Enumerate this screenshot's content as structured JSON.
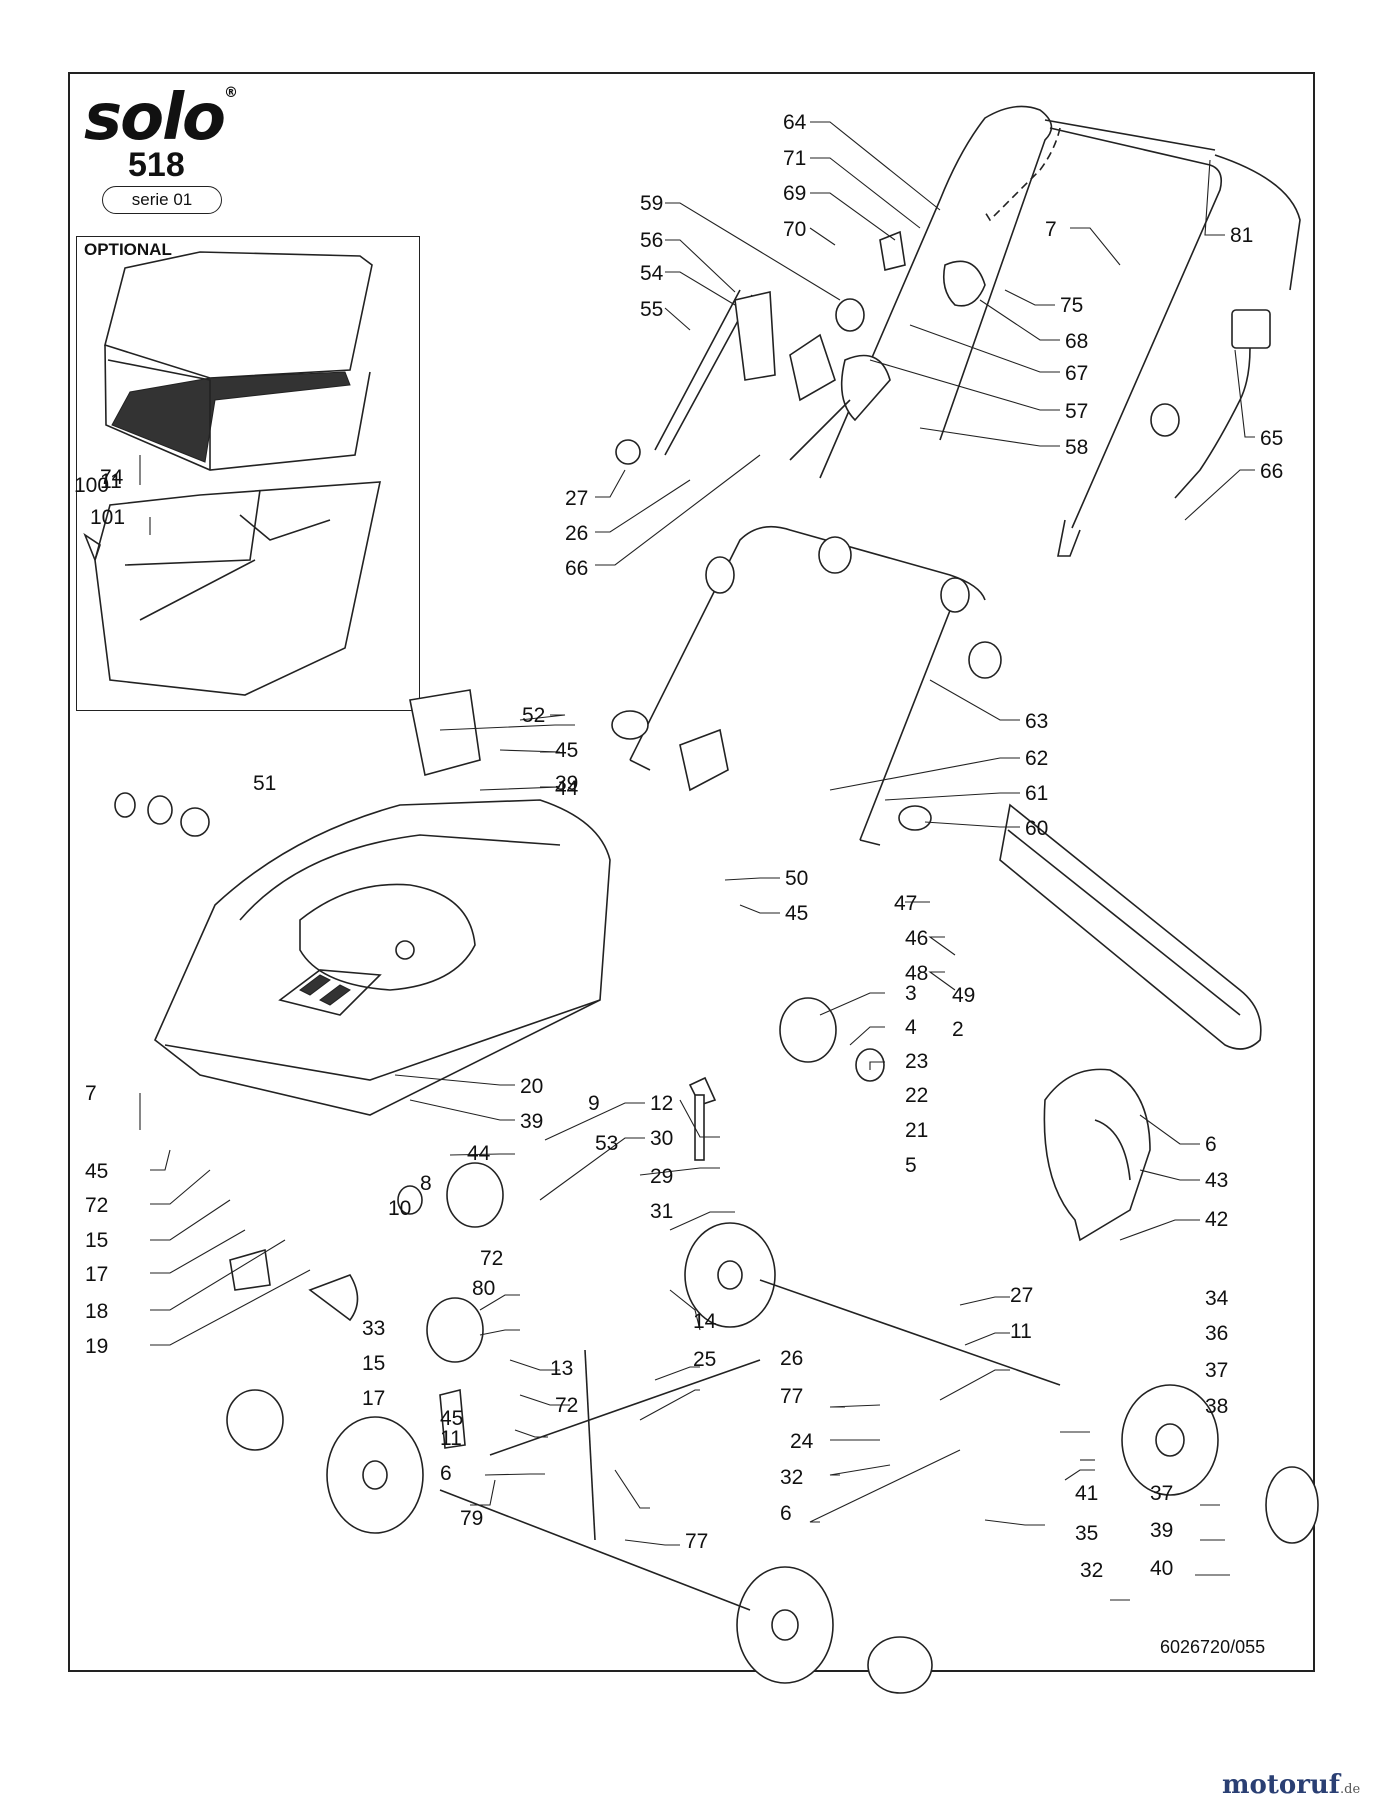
{
  "brand": "solo",
  "brand_mark": "®",
  "model": "518",
  "series": "serie 01",
  "optional_label": "OPTIONAL",
  "document_ref": "6026720/055",
  "watermark": {
    "text": "motoruf",
    "suffix": ".de"
  },
  "callouts": [
    "64",
    "71",
    "69",
    "70",
    "59",
    "56",
    "54",
    "55",
    "7",
    "81",
    "75",
    "68",
    "67",
    "57",
    "58",
    "65",
    "66",
    "27",
    "26",
    "66",
    "100",
    "101",
    "63",
    "62",
    "61",
    "60",
    "52",
    "45",
    "39",
    "51",
    "44",
    "50",
    "45",
    "47",
    "46",
    "48",
    "49",
    "2",
    "3",
    "4",
    "23",
    "22",
    "21",
    "5",
    "6",
    "43",
    "42",
    "7",
    "45",
    "72",
    "15",
    "17",
    "18",
    "19",
    "20",
    "39",
    "44",
    "8",
    "10",
    "9",
    "53",
    "72",
    "12",
    "30",
    "29",
    "31",
    "80",
    "27",
    "11",
    "34",
    "36",
    "37",
    "38",
    "37",
    "39",
    "40",
    "41",
    "35",
    "32",
    "33",
    "15",
    "17",
    "13",
    "72",
    "45",
    "14",
    "25",
    "26",
    "77",
    "24",
    "32",
    "6",
    "11",
    "6",
    "79",
    "77",
    "74",
    "11"
  ]
}
